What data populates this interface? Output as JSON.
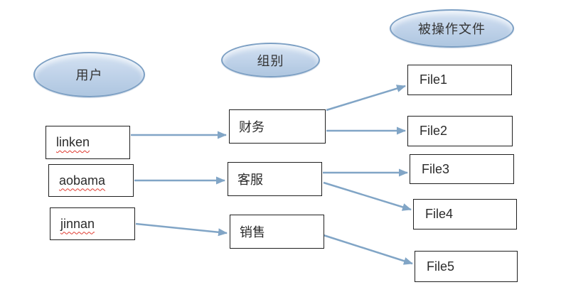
{
  "diagram": {
    "headers": {
      "users": "用户",
      "groups": "组别",
      "files": "被操作文件"
    },
    "users": [
      {
        "label": "linken",
        "misspelled": true
      },
      {
        "label": "aobama",
        "misspelled": true
      },
      {
        "label": "jinnan",
        "misspelled": true
      }
    ],
    "groups": [
      {
        "label": "财务"
      },
      {
        "label": "客服"
      },
      {
        "label": "销售"
      }
    ],
    "files": [
      {
        "label": "File1"
      },
      {
        "label": "File2"
      },
      {
        "label": "File3"
      },
      {
        "label": "File4"
      },
      {
        "label": "File5"
      }
    ],
    "edges": [
      {
        "from": "linken",
        "to": "财务"
      },
      {
        "from": "aobama",
        "to": "客服"
      },
      {
        "from": "jinnan",
        "to": "销售"
      },
      {
        "from": "财务",
        "to": "File1"
      },
      {
        "from": "财务",
        "to": "File2"
      },
      {
        "from": "客服",
        "to": "File3"
      },
      {
        "from": "客服",
        "to": "File4"
      },
      {
        "from": "销售",
        "to": "File5"
      }
    ],
    "colors": {
      "arrow": "#81a5c6",
      "ellipse_border": "#7da0c4",
      "ellipse_fill_top": "#d4e2f2",
      "ellipse_fill_bottom": "#aec6e0",
      "box_border": "#1f1f1f",
      "text": "#2b2b2b",
      "spellcheck_underline": "#e03a2f",
      "background": "#ffffff"
    }
  }
}
